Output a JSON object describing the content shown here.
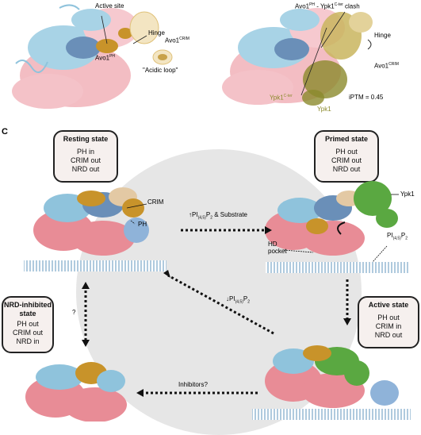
{
  "panel_label": "C",
  "top_left": {
    "active_site": "Active site",
    "hinge": "Hinge",
    "avo1_crim": "Avo1",
    "avo1_crim_sup": "CRIM",
    "avo1_ph": "Avo1",
    "avo1_ph_sup": "PH",
    "acidic_loop": "\"Acidic loop\""
  },
  "top_right": {
    "clash_a": "Avo1",
    "clash_a_sup": "PH",
    "clash_mid": " - Ypk1",
    "clash_b_sup": "C-ter",
    "clash_end": " clash",
    "hinge": "Hinge",
    "avo1_crim": "Avo1",
    "avo1_crim_sup": "CRIM",
    "ypk1_cter": "Ypk1",
    "ypk1_cter_sup": "C-ter",
    "ypk1": "Ypk1",
    "iptm": "iPTM = 0.45"
  },
  "states": {
    "resting": {
      "title": "Resting state",
      "lines": [
        "PH in",
        "CRIM out",
        "NRD out"
      ]
    },
    "primed": {
      "title": "Primed state",
      "lines": [
        "PH out",
        "CRIM out",
        "NRD out"
      ]
    },
    "active": {
      "title": "Active state",
      "lines": [
        "PH out",
        "CRIM in",
        "NRD out"
      ]
    },
    "nrd_inhibited": {
      "title": "NRD-inhibited state",
      "lines": [
        "PH out",
        "CRIM out",
        "NRD in"
      ]
    }
  },
  "labels": {
    "crim": "CRIM",
    "ph": "PH",
    "ypk1": "Ypk1",
    "pi45p2": "PI",
    "pi45p2_sub": "(4,5)",
    "pi45p2_tail": "P",
    "pi45p2_sub2": "2",
    "hd_pocket": "HD pocket",
    "arrow_up": "↑",
    "arrow_down": "↓",
    "substrate": "& Substrate",
    "inhibitors": "Inhibitors?",
    "question": "?"
  },
  "colors": {
    "tor_pink": "#e88c96",
    "lst8_blue": "#8fc3dc",
    "avo_gold": "#c8932a",
    "tan": "#e3c9a4",
    "ypk1_green": "#5aa841",
    "membrane": "#7aa6c9",
    "olive": "#8b8a2c",
    "bg_circle": "#e6e6e6"
  }
}
